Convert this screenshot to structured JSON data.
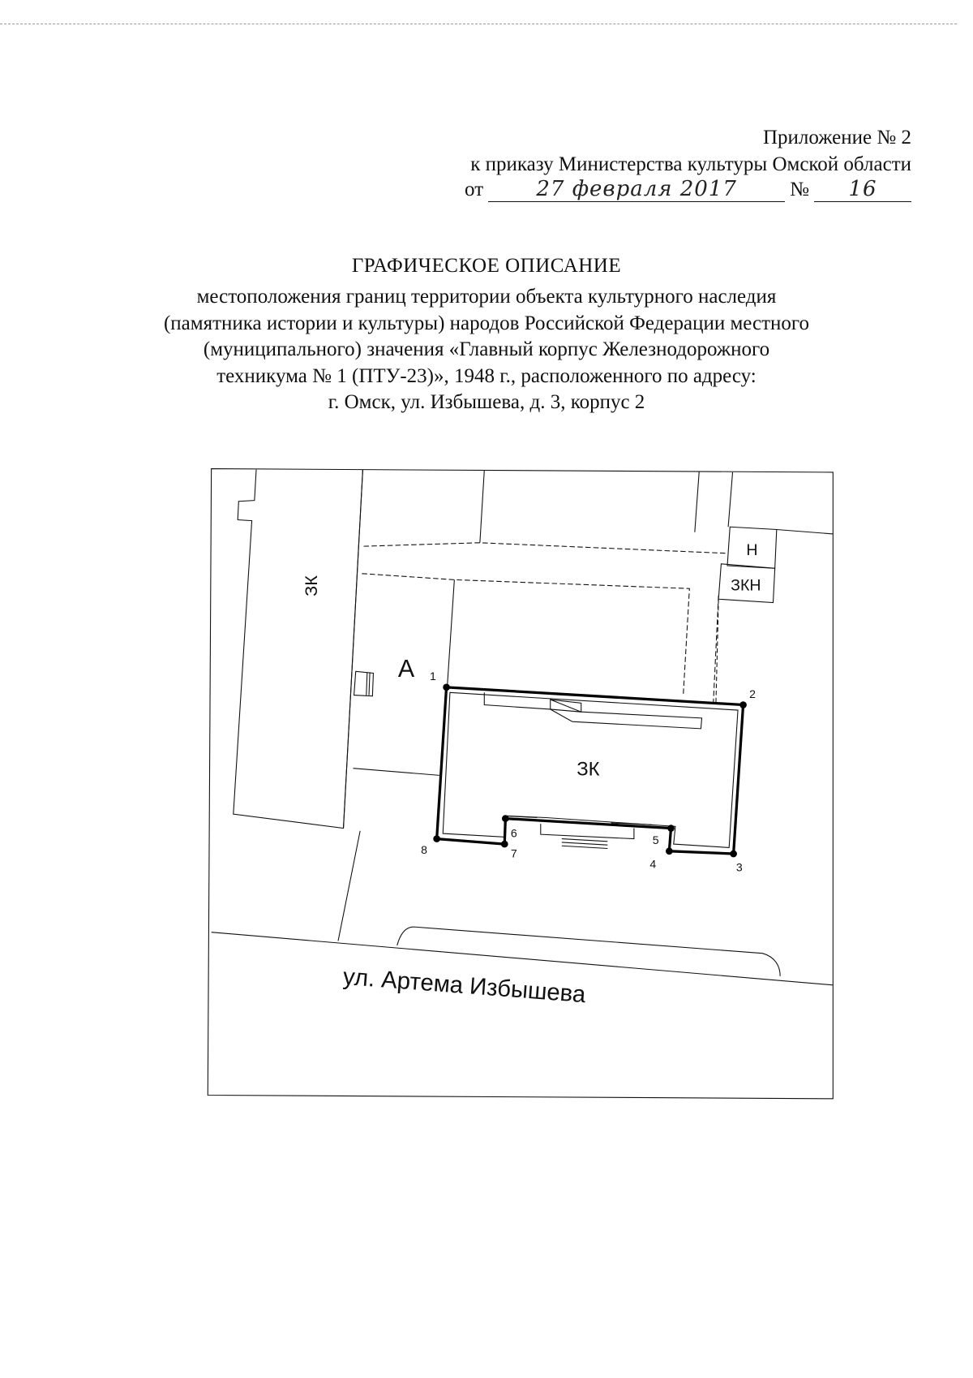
{
  "appendix": {
    "title": "Приложение № 2",
    "order_line": "к приказу Министерства культуры Омской области",
    "date_prefix": "от",
    "date_handwritten": "27 февраля 2017",
    "number_prefix": "№",
    "number_handwritten": "16"
  },
  "heading": {
    "title": "ГРАФИЧЕСКОЕ ОПИСАНИЕ",
    "lines": [
      "местоположения границ территории объекта культурного наследия",
      "(памятника истории и культуры) народов Российской Федерации местного",
      "(муниципального) значения «Главный корпус Железнодорожного",
      "техникума № 1 (ПТУ-23)», 1948 г., расположенного по адресу:",
      "г. Омск, ул. Избышева, д. 3, корпус 2"
    ]
  },
  "map": {
    "labels": {
      "left_parcel": "ЗК",
      "main_parcel": "ЗК",
      "point_a": "А",
      "box_n": "Н",
      "box_zkn": "ЗКН",
      "street": "ул. Артема Избышева"
    },
    "boundary_points": [
      {
        "id": "1",
        "label": "1"
      },
      {
        "id": "2",
        "label": "2"
      },
      {
        "id": "3",
        "label": "3"
      },
      {
        "id": "4",
        "label": "4"
      },
      {
        "id": "5",
        "label": "5"
      },
      {
        "id": "6",
        "label": "6"
      },
      {
        "id": "7",
        "label": "7"
      },
      {
        "id": "8",
        "label": "8"
      }
    ],
    "colors": {
      "line": "#111111",
      "boundary": "#000000"
    }
  }
}
